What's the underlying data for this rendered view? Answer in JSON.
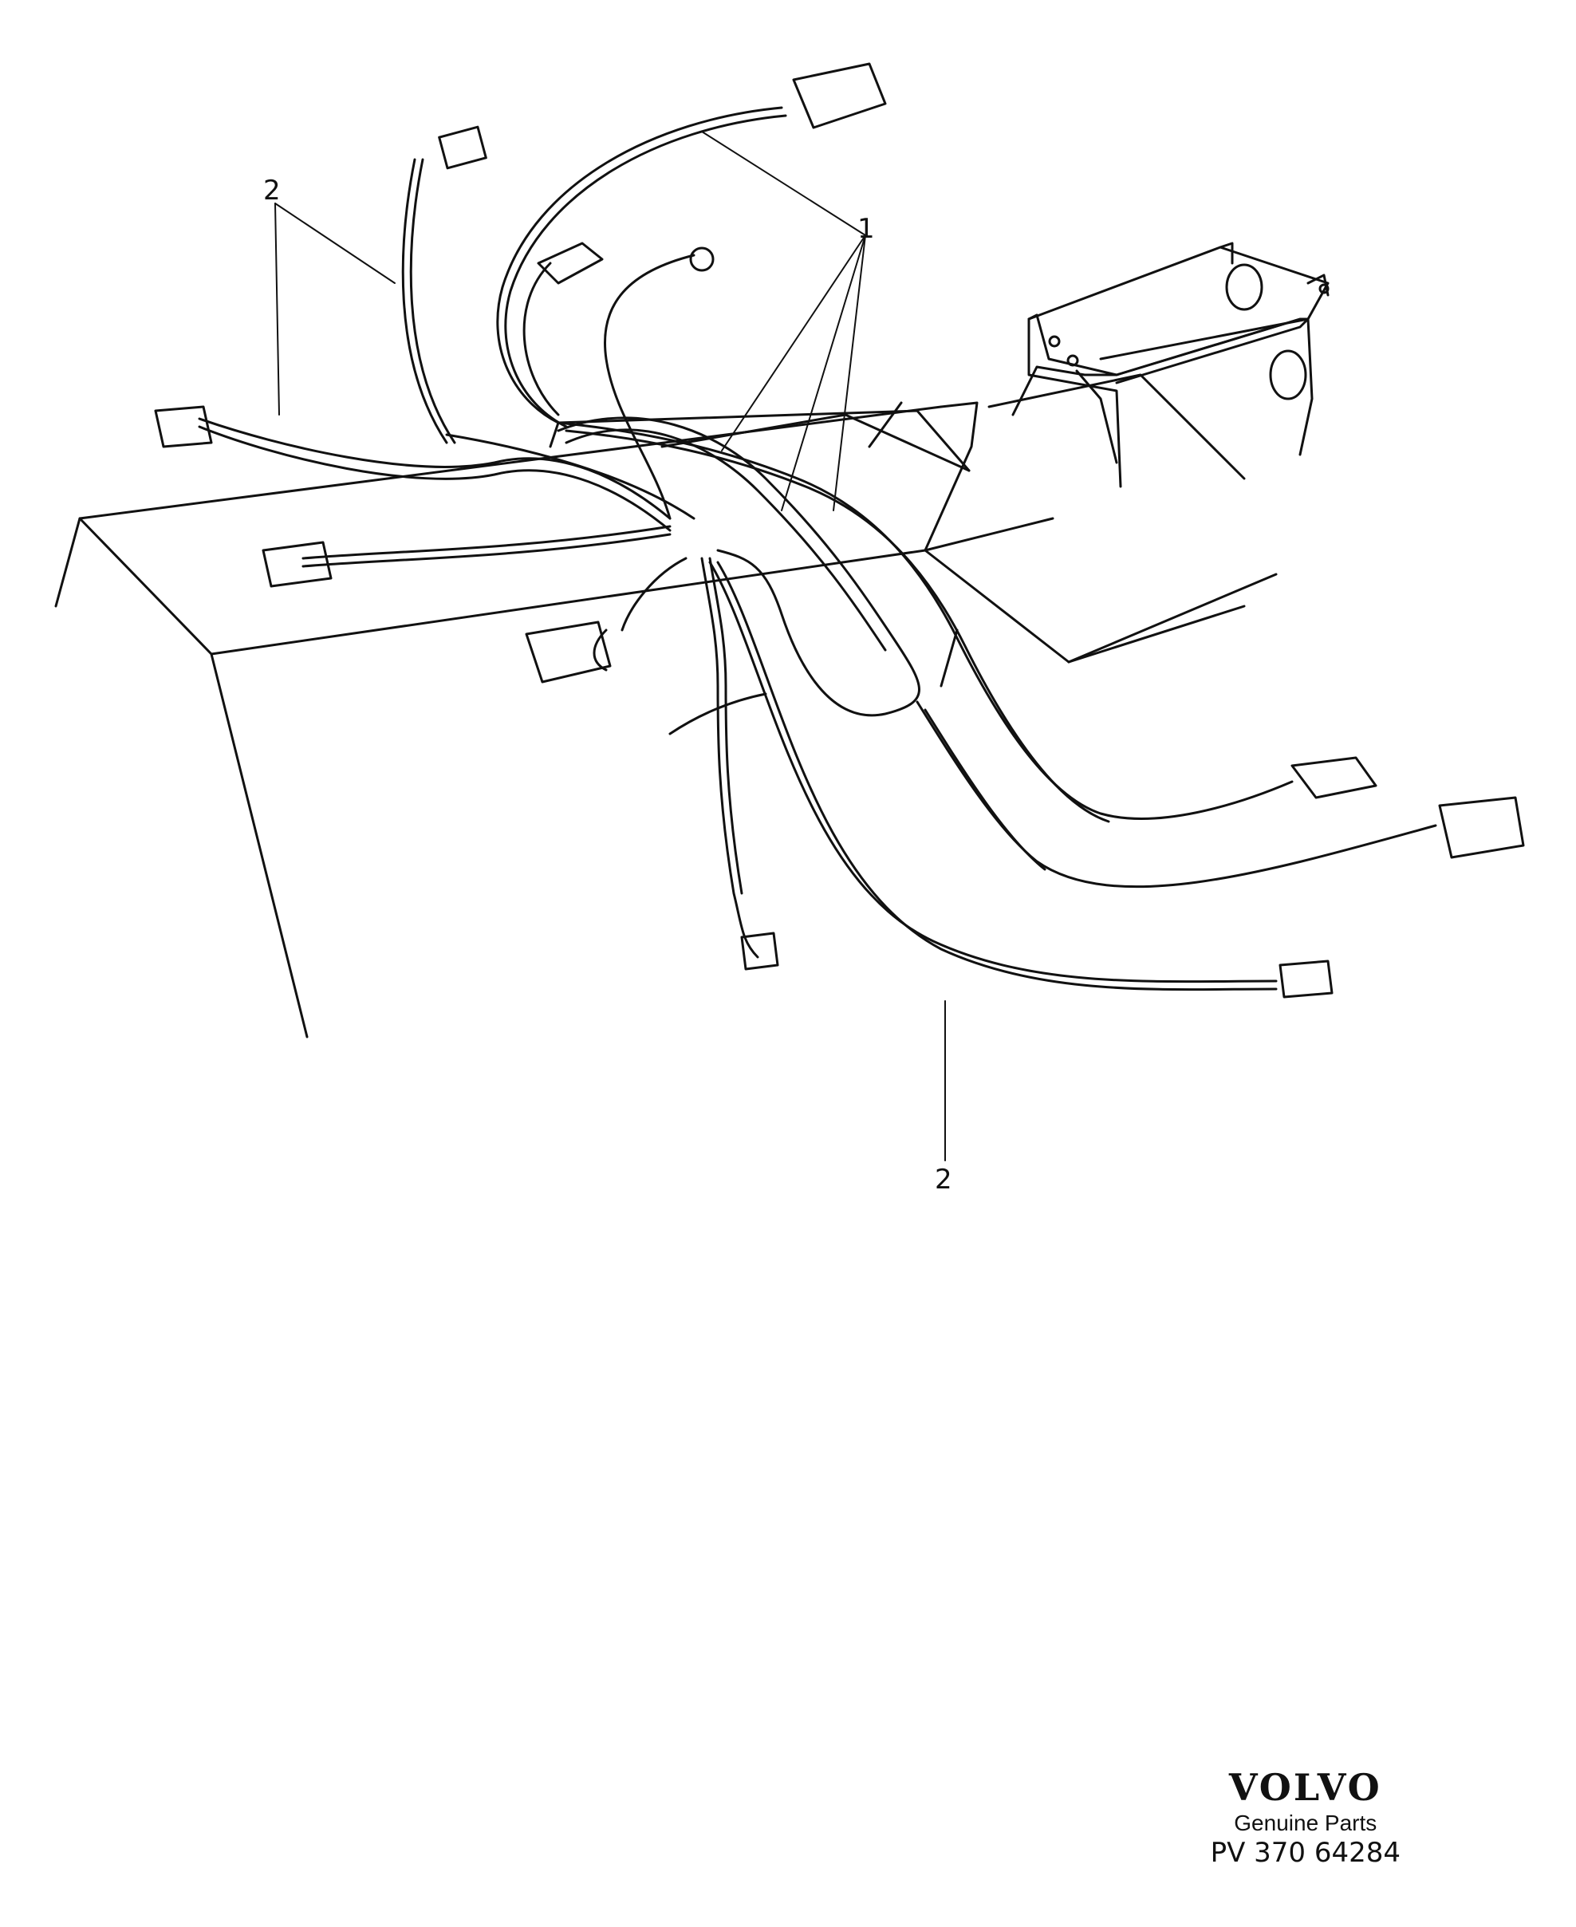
{
  "diagram": {
    "callouts": [
      {
        "id": "upper-left",
        "text": "2"
      },
      {
        "id": "upper-right",
        "text": "1"
      },
      {
        "id": "lower",
        "text": "2"
      }
    ]
  },
  "branding": {
    "logo": "VOLVO",
    "subtitle": "Genuine Parts",
    "code": "PV 370 64284"
  }
}
